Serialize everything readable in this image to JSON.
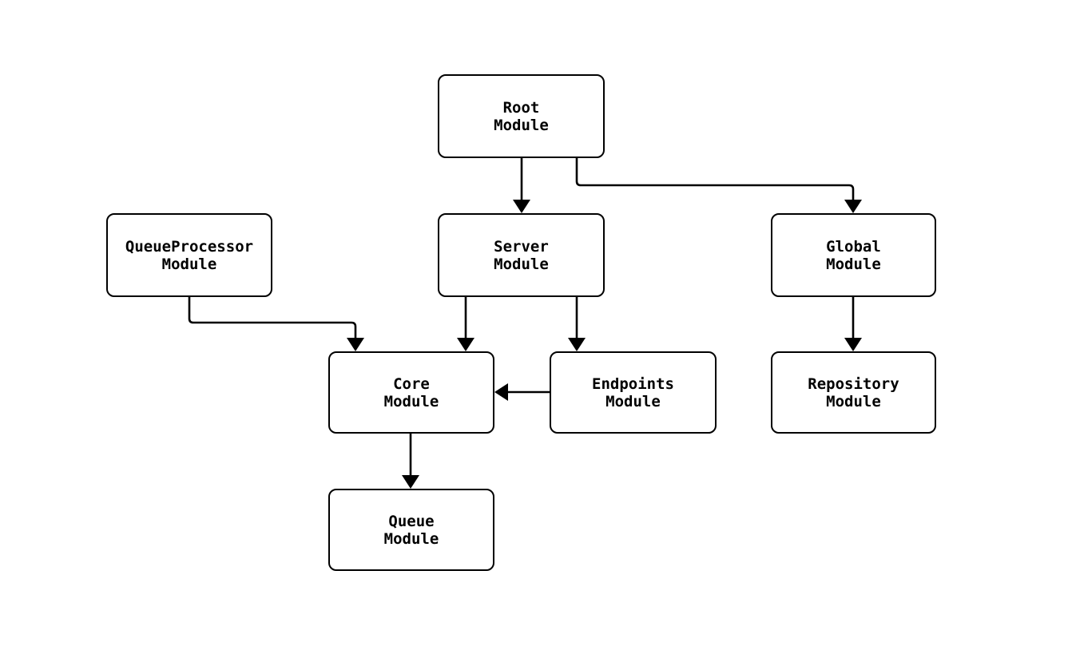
{
  "diagram": {
    "background_color": "#ffffff",
    "stroke_color": "#000000",
    "nodes": [
      {
        "id": "root",
        "label": "Root\nModule"
      },
      {
        "id": "queueprocessor",
        "label": "QueueProcessor\nModule"
      },
      {
        "id": "server",
        "label": "Server\nModule"
      },
      {
        "id": "global",
        "label": "Global\nModule"
      },
      {
        "id": "core",
        "label": "Core\nModule"
      },
      {
        "id": "endpoints",
        "label": "Endpoints\nModule"
      },
      {
        "id": "repository",
        "label": "Repository\nModule"
      },
      {
        "id": "queue",
        "label": "Queue\nModule"
      }
    ],
    "edges": [
      {
        "from": "root",
        "to": "server"
      },
      {
        "from": "root",
        "to": "global"
      },
      {
        "from": "queueprocessor",
        "to": "core"
      },
      {
        "from": "server",
        "to": "core"
      },
      {
        "from": "server",
        "to": "endpoints"
      },
      {
        "from": "global",
        "to": "repository"
      },
      {
        "from": "endpoints",
        "to": "core"
      },
      {
        "from": "core",
        "to": "queue"
      }
    ]
  }
}
